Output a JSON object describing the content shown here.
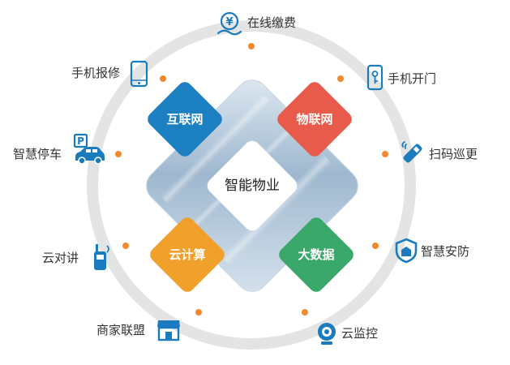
{
  "center": {
    "label": "智能物业"
  },
  "tiles": [
    {
      "label": "互联网",
      "color": "#1c7fc1"
    },
    {
      "label": "物联网",
      "color": "#e85b4a"
    },
    {
      "label": "云计算",
      "color": "#f0a02b"
    },
    {
      "label": "大数据",
      "color": "#3aa86a"
    }
  ],
  "services": [
    {
      "label": "在线缴费",
      "icon": "yuan-payment-icon"
    },
    {
      "label": "手机开门",
      "icon": "phone-key-icon"
    },
    {
      "label": "扫码巡更",
      "icon": "scanner-icon"
    },
    {
      "label": "智慧安防",
      "icon": "security-shield-icon"
    },
    {
      "label": "云监控",
      "icon": "camera-icon"
    },
    {
      "label": "商家联盟",
      "icon": "storefront-icon"
    },
    {
      "label": "云对讲",
      "icon": "walkie-talkie-icon"
    },
    {
      "label": "智慧停车",
      "icon": "parking-car-icon"
    },
    {
      "label": "手机报修",
      "icon": "mobile-phone-icon"
    }
  ],
  "colors": {
    "ring": "#e4e4e4",
    "dot": "#f08a2c",
    "icon_blue": "#1a7bbf",
    "text": "#333333"
  }
}
